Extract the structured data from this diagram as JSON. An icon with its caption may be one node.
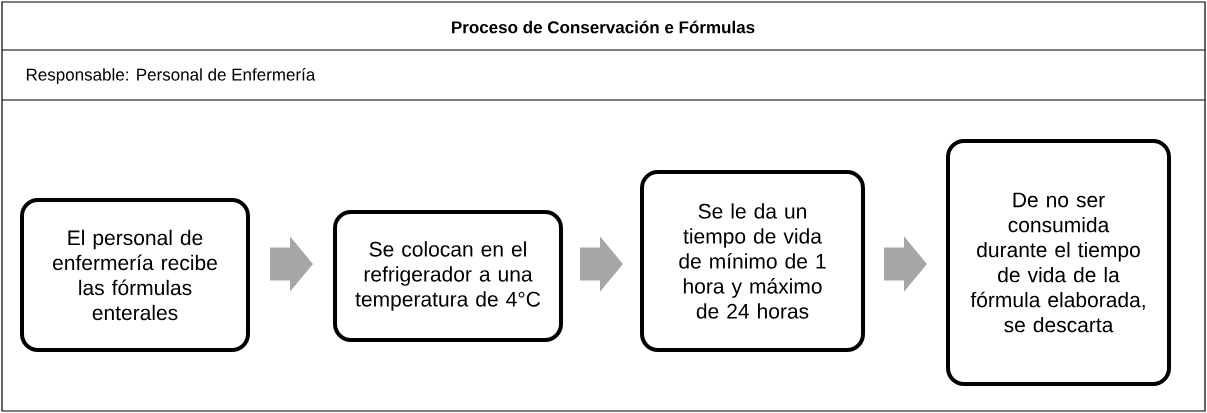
{
  "diagram": {
    "title": "Proceso de Conservación e Fórmulas",
    "nodes": [
      {
        "text": [
          "El personal de enfermería recibe las fórmulas enterales"
        ]
      },
      {
        "text": [
          "Se colocan en el refrigerador a una temperatura de 4°C"
        ]
      },
      {
        "text": [
          "Se le da un tiempo de vida de mínimo de 1 hora y máximo de 24 horas"
        ]
      },
      {
        "text": [
          "De no ser consumida durante el tiempo de vida de la fórmula elaborada, se descarta"
        ]
      }
    ],
    "edges": [
      {
        "from": 0,
        "to": 1,
        "arrow": "to"
      },
      {
        "from": 1,
        "to": 2,
        "arrow": "to"
      },
      {
        "from": 2,
        "to": 3,
        "arrow": "to"
      }
    ],
    "labels": [
      "Responsable: Personal de Enfermería"
    ]
  }
}
